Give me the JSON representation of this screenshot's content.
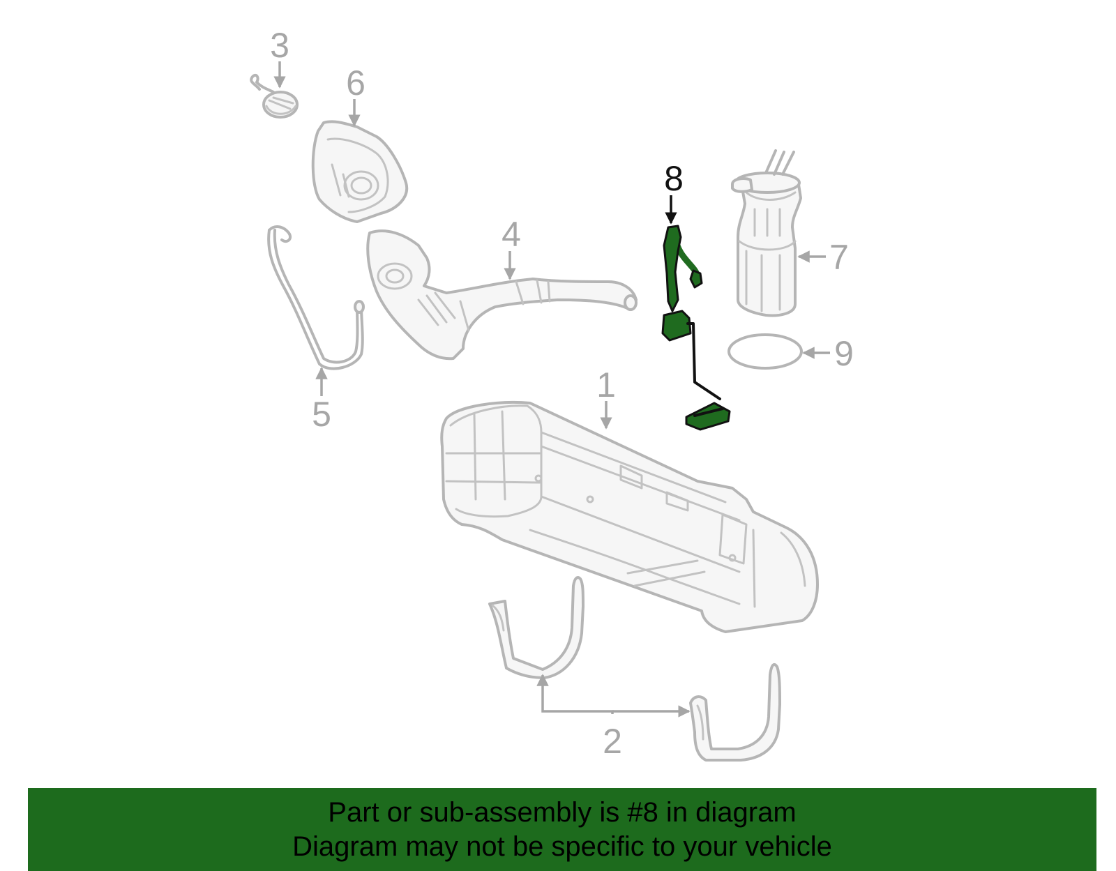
{
  "diagram": {
    "callouts": {
      "c1": "1",
      "c2": "2",
      "c3": "3",
      "c4": "4",
      "c5": "5",
      "c6": "6",
      "c7": "7",
      "c8": "8",
      "c9": "9"
    },
    "highlighted_part": "8",
    "colors": {
      "highlight": "#1f6b1f",
      "line": "#b5b5b5",
      "banner": "#1d6b1d"
    }
  },
  "banner": {
    "line1": "Part or sub-assembly is #8 in diagram",
    "line2": "Diagram may not be specific to your vehicle"
  }
}
